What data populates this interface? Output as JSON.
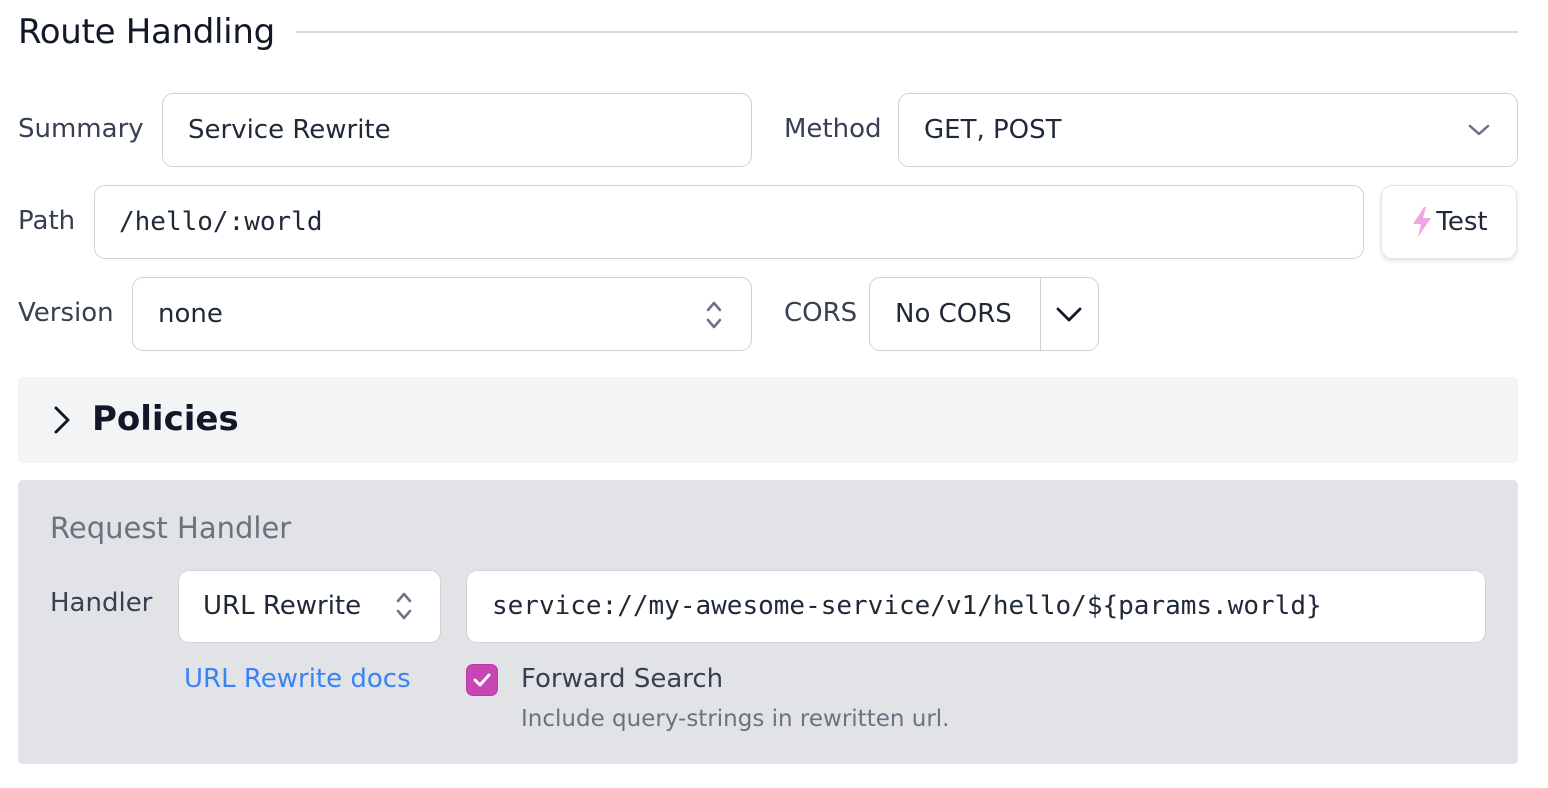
{
  "section": {
    "title": "Route Handling"
  },
  "summary": {
    "label": "Summary",
    "value": "Service Rewrite"
  },
  "method": {
    "label": "Method",
    "value": "GET, POST",
    "icon": "chevron-down-icon"
  },
  "path": {
    "label": "Path",
    "value": "/hello/:world"
  },
  "test_button": {
    "label": "Test",
    "icon": "lightning-icon",
    "icon_color": "#f0a6e6"
  },
  "version": {
    "label": "Version",
    "value": "none",
    "icon": "updown-chevron-icon"
  },
  "cors": {
    "label": "CORS",
    "value": "No CORS",
    "icon": "chevron-down-icon"
  },
  "policies": {
    "title": "Policies",
    "icon": "chevron-right-icon",
    "expanded": false
  },
  "request_handler": {
    "title": "Request Handler",
    "handler_label": "Handler",
    "handler_type": "URL Rewrite",
    "handler_type_icon": "updown-chevron-icon",
    "rewrite_pattern": "service://my-awesome-service/v1/hello/${params.world}",
    "docs_link": "URL Rewrite docs",
    "forward_search": {
      "checked": true,
      "label": "Forward Search",
      "description": "Include query-strings in rewritten url."
    }
  },
  "colors": {
    "accent": "#c746b3",
    "link": "#3b82f6",
    "panel_bg": "#e1e3e7",
    "policies_bg": "#f3f4f6"
  }
}
